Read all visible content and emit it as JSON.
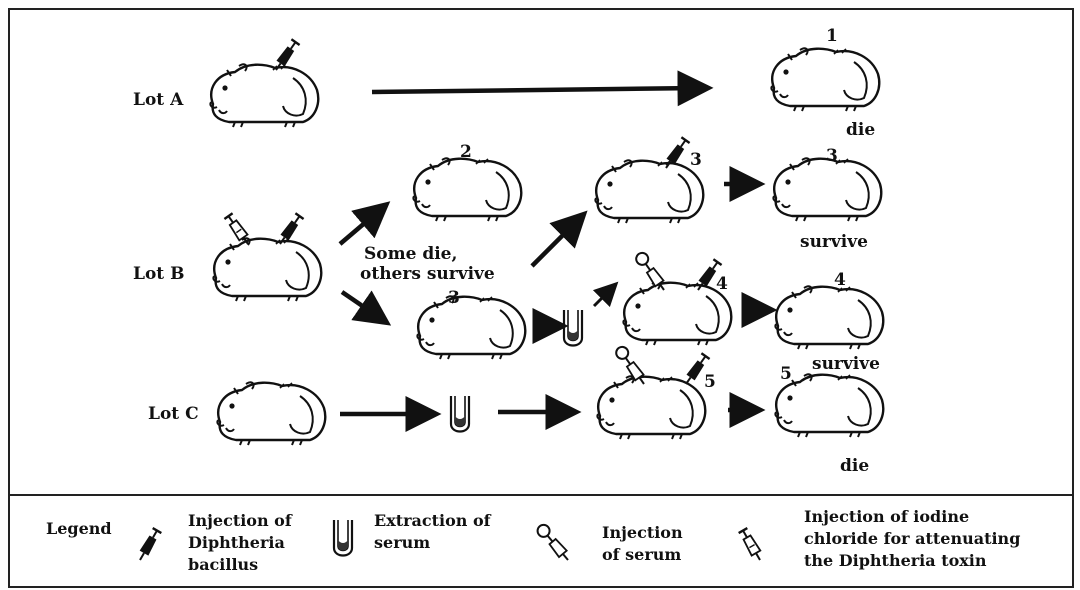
{
  "lots": {
    "a": "Lot A",
    "b": "Lot B",
    "c": "Lot C"
  },
  "numbers": {
    "n1": "1",
    "n2": "2",
    "n3a": "3",
    "n3b": "3",
    "n3c": "3",
    "n4a": "4",
    "n4b": "4",
    "n5a": "5",
    "n5b": "5"
  },
  "outcomes": {
    "a": "die",
    "b3": "survive",
    "b4": "survive",
    "c": "die"
  },
  "middle_note": [
    "Some die,",
    "others survive"
  ],
  "legend": {
    "title": "Legend",
    "items": [
      {
        "lines": [
          "Injection of",
          "Diphtheria",
          "bacillus"
        ],
        "icon": "syringe-dark-icon"
      },
      {
        "lines": [
          "Extraction of",
          "serum"
        ],
        "icon": "test-tube-icon"
      },
      {
        "lines": [
          "Injection",
          "of serum"
        ],
        "icon": "syringe-loop-icon"
      },
      {
        "lines": [
          "Injection of iodine",
          "chloride for attenuating",
          "the Diphtheria toxin"
        ],
        "icon": "syringe-light-icon"
      }
    ]
  }
}
